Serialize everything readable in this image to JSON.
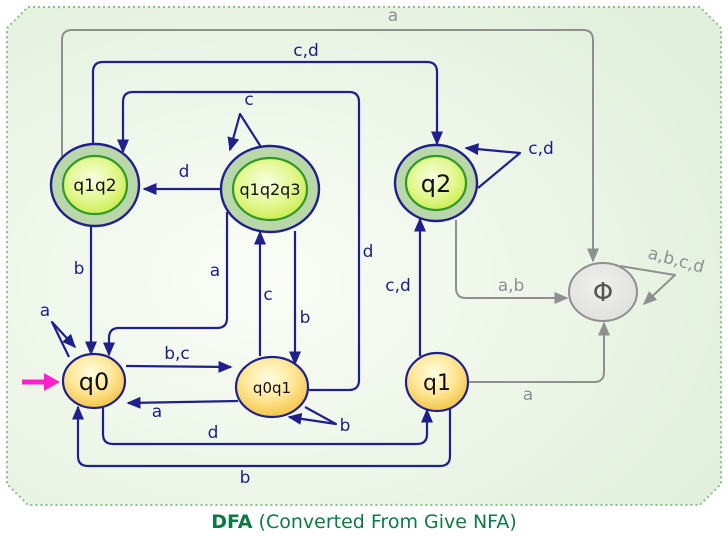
{
  "caption": {
    "bold": "DFA",
    "rest": " (Converted From Give NFA)"
  },
  "states": {
    "q1q2": "q1q2",
    "q1q2q3": "q1q2q3",
    "q2": "q2",
    "q0": "q0",
    "q0q1": "q0q1",
    "q1": "q1",
    "phi": "Φ"
  },
  "edges": {
    "q1q2_to_q0": "b",
    "q1q2_to_q2": "c,d",
    "q1q2_to_phi": "a",
    "q1q2q3_to_q1q2": "d",
    "q1q2q3_self": "c",
    "q1q2q3_to_q0": "a",
    "q1q2q3_to_q0q1": "b",
    "q2_self": "c,d",
    "q2_to_phi": "a,b",
    "q0_self": "a",
    "q0_to_q0q1": "b,c",
    "q0_to_q1": "d",
    "q0q1_to_q0": "a",
    "q0q1_to_q1q2": "d",
    "q0q1_to_q1q2q3": "c",
    "q0q1_self": "b",
    "q1_to_q2": "c,d",
    "q1_to_q0": "b",
    "q1_to_phi": "a",
    "phi_self": "a,b,c,d"
  },
  "colors": {
    "transition_navy": "#20208c",
    "transition_gray": "#8f8f8f",
    "start_arrow_magenta": "#ff22cc",
    "caption_green": "#0c7a45",
    "accepting_ring": "#b9d7a9",
    "accepting_inner": "#c9ee3e",
    "state_yellow": "#f5c743",
    "dead_state_gray": "#e4e4e2",
    "frame_border_green": "#8cc08c",
    "frame_fill": "#e9f4e6"
  }
}
